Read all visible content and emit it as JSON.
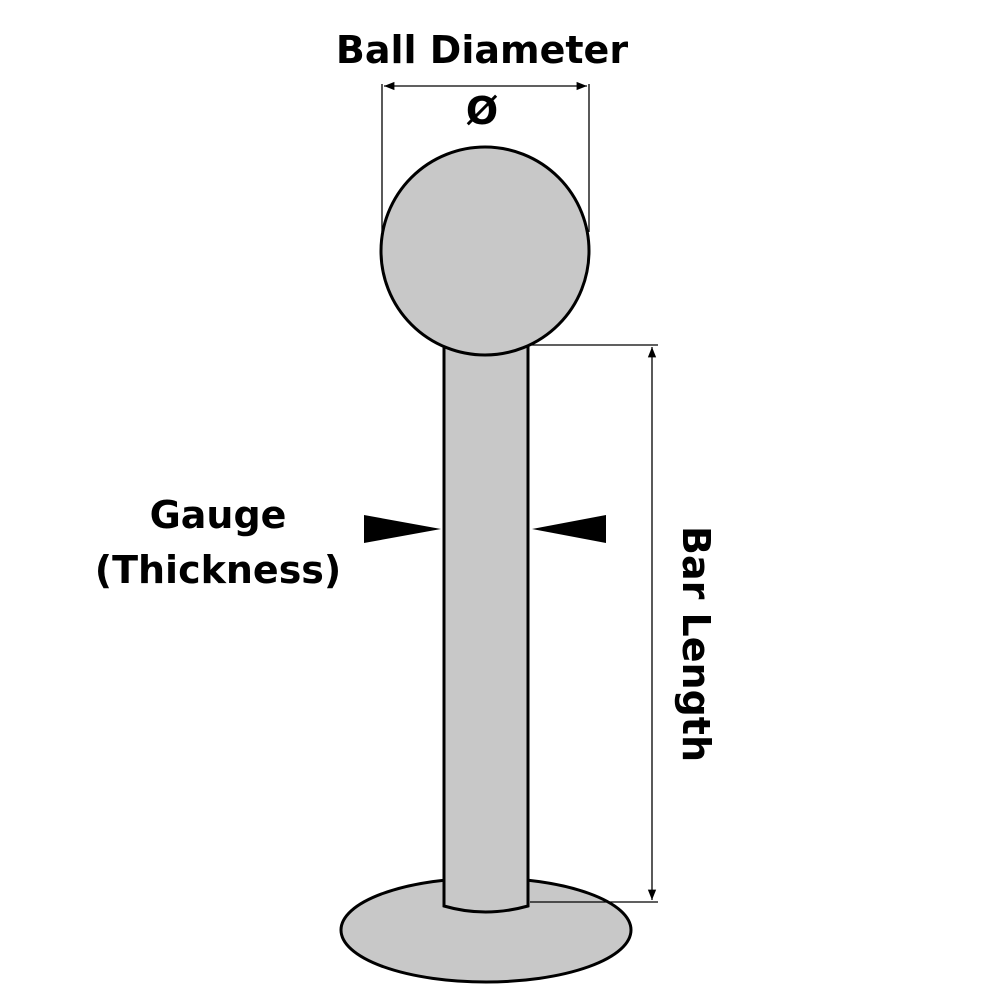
{
  "labels": {
    "ball_diameter": "Ball Diameter",
    "diameter_symbol": "Ø",
    "gauge_line1": "Gauge",
    "gauge_line2": "(Thickness)",
    "bar_length": "Bar Length"
  },
  "colors": {
    "metal_fill": "#c8c8c8",
    "outline": "#000000",
    "dimension_line": "#000000",
    "background": "#ffffff"
  }
}
